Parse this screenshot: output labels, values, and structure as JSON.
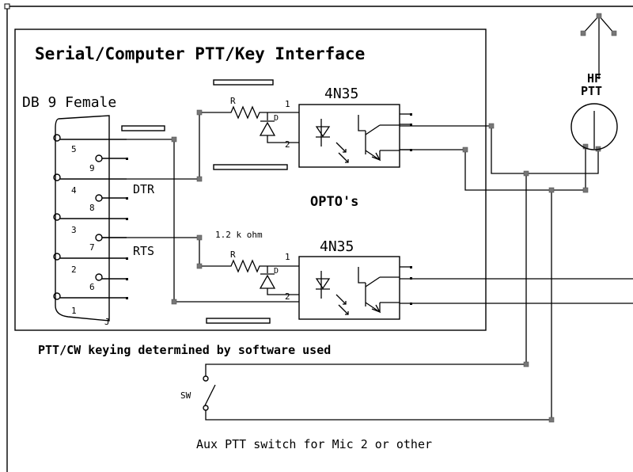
{
  "title": "Serial/Computer PTT/Key Interface",
  "connector": {
    "label": "DB 9 Female",
    "pin_numbers": [
      "1",
      "2",
      "3",
      "4",
      "5",
      "6",
      "7",
      "8",
      "9"
    ],
    "end_label": "J",
    "dtr": "DTR",
    "rts": "RTS"
  },
  "channel_top": {
    "resistor": "R",
    "opto": "4N35",
    "pin1": "1",
    "pin2": "2",
    "diode": "D"
  },
  "channel_bottom": {
    "resistor_value": "1.2 k ohm",
    "resistor": "R",
    "opto": "4N35",
    "pin1": "1",
    "pin2": "2",
    "diode": "D"
  },
  "optos_label": "OPTO's",
  "footer_note": "PTT/CW keying determined by software used",
  "radio": {
    "hf": "HF",
    "ptt": "PTT"
  },
  "switch": {
    "label": "SW",
    "caption": "Aux PTT switch for Mic 2 or other"
  }
}
